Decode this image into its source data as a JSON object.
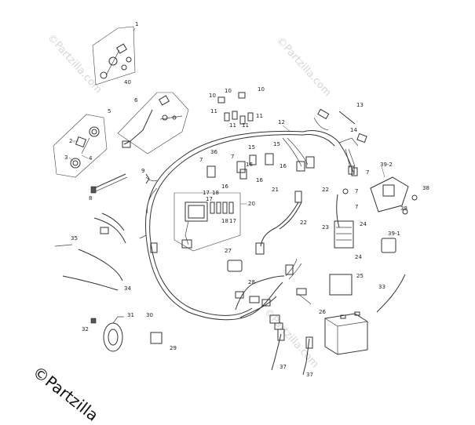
{
  "watermark": {
    "text": "©Partzilla.com",
    "color": "#d6d6d6"
  },
  "copyright": {
    "text": "©Partzilla"
  },
  "callouts": {
    "c1": "1",
    "c2": "2",
    "c3": "3",
    "c4": "4",
    "c5": "5",
    "c6": "6",
    "c7a": "7",
    "c7b": "7",
    "c7c": "7",
    "c8": "8",
    "c9": "9",
    "c10a": "10",
    "c10b": "10",
    "c11a": "11",
    "c11b": "11",
    "c11c": "11",
    "c11d": "11",
    "c12": "12",
    "c13": "13",
    "c14": "14",
    "c15a": "15",
    "c15b": "15",
    "c16a": "16",
    "c16b": "16",
    "c16c": "16",
    "c16d": "16",
    "c17a": "17",
    "c17b": "17",
    "c17c": "17",
    "c18a": "18",
    "c18b": "18",
    "c20": "20",
    "c21": "21",
    "c22a": "22",
    "c22b": "22",
    "c23": "23",
    "c24a": "24",
    "c24b": "24",
    "c25": "25",
    "c26": "26",
    "c27": "27",
    "c28": "28",
    "c29": "29",
    "c30": "30",
    "c31": "31",
    "c32": "32",
    "c33": "33",
    "c34": "34",
    "c35": "35",
    "c36": "36",
    "c37a": "37",
    "c37b": "37",
    "c38a": "38",
    "c38b": "38",
    "c39_1": "39-1",
    "c39_2": "39-2",
    "c40": "40"
  }
}
